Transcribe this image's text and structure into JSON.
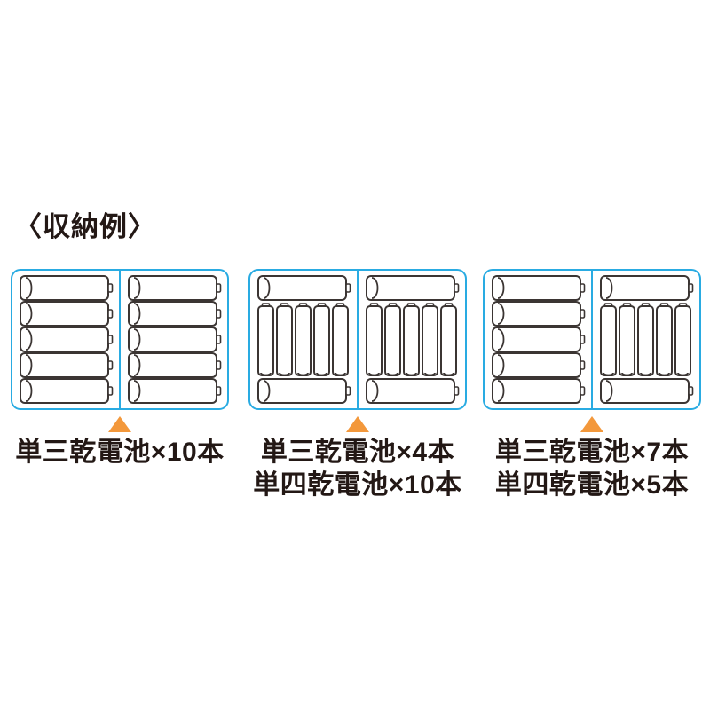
{
  "title": "〈収納例〉",
  "colors": {
    "case_border": "#29ABE2",
    "battery_outline": "#3B3533",
    "triangle": "#F3983B",
    "text": "#231815"
  },
  "cases": [
    {
      "name": "storage-example-1",
      "halves": [
        {
          "layout": "aa-stack",
          "aa": 5
        },
        {
          "layout": "aa-stack",
          "aa": 5
        }
      ],
      "label_lines": [
        "単三乾電池×10本"
      ],
      "battery_totals": {
        "aa": 10,
        "aaa": 0
      }
    },
    {
      "name": "storage-example-2",
      "halves": [
        {
          "layout": "mixed",
          "aa_top": 1,
          "aaa": 5,
          "aa_bottom": 1
        },
        {
          "layout": "mixed",
          "aa_top": 1,
          "aaa": 5,
          "aa_bottom": 1
        }
      ],
      "label_lines": [
        "単三乾電池×4本",
        "単四乾電池×10本"
      ],
      "battery_totals": {
        "aa": 4,
        "aaa": 10
      }
    },
    {
      "name": "storage-example-3",
      "halves": [
        {
          "layout": "aa-stack",
          "aa": 5
        },
        {
          "layout": "mixed",
          "aa_top": 1,
          "aaa": 5,
          "aa_bottom": 1
        }
      ],
      "label_lines": [
        "単三乾電池×7本",
        "単四乾電池×5本"
      ],
      "battery_totals": {
        "aa": 7,
        "aaa": 5
      }
    }
  ]
}
